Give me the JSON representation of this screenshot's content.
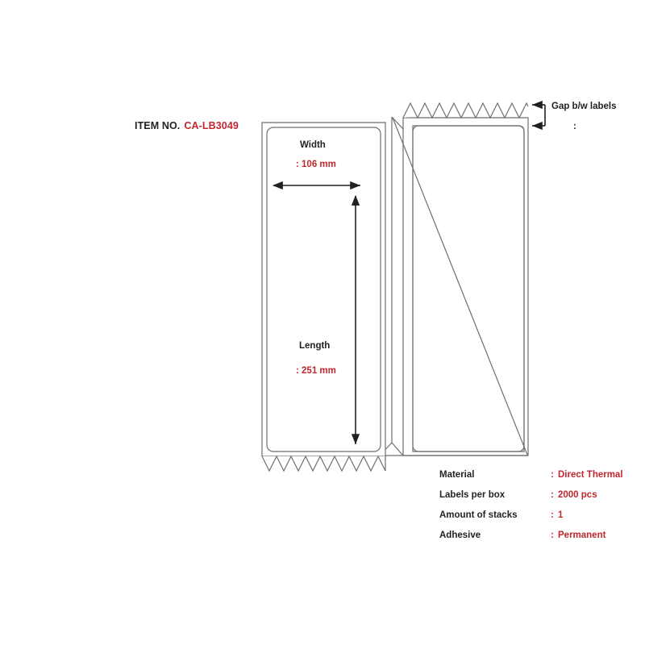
{
  "item": {
    "label": "ITEM NO.",
    "value": "CA-LB3049"
  },
  "dimensions": {
    "width": {
      "name": "Width",
      "value": ": 106 mm"
    },
    "length": {
      "name": "Length",
      "value": ": 251 mm"
    },
    "gap": {
      "name": "Gap b/w labels",
      "value": ":"
    }
  },
  "specs": {
    "rows": [
      {
        "key": "Material",
        "colon": ":",
        "value": "Direct Thermal"
      },
      {
        "key": "Labels per box",
        "colon": ":",
        "value": "2000 pcs"
      },
      {
        "key": "Amount of stacks",
        "colon": ":",
        "value": "1"
      },
      {
        "key": "Adhesive",
        "colon": ":",
        "value": "Permanent"
      }
    ]
  },
  "colors": {
    "accent_red": "#c1272d",
    "text_black": "#231f20",
    "line_gray": "#58595b",
    "background": "#ffffff"
  },
  "graphics": {
    "front_label": "fanfold-label-front-panel",
    "rear_stack": "fanfold-label-rear-stack",
    "perforation": "zigzag-perforation-edge",
    "width_arrow": "double-headed-horizontal-arrow",
    "length_arrow": "double-headed-vertical-arrow",
    "gap_indicator": "gap-bracket-arrows"
  }
}
